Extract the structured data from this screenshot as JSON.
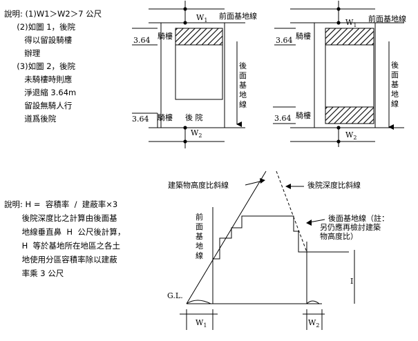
{
  "note_top": {
    "lines": [
      "說明: (1)W1＞W2＞7 公尺",
      "     (2)如圖 1，後院",
      "        得以留設騎樓",
      "        辦理",
      "     (3)如圖 2，後院",
      "        未騎樓時則應",
      "        淨退縮 3.64m",
      "        留設無騎人行",
      "        道爲後院"
    ]
  },
  "fig1": {
    "w1": "W",
    "w1_sub": "1",
    "w2": "W",
    "w2_sub": "2",
    "front_line": "前面基地線",
    "rear_line": "後面基地線",
    "arcade_top": "騎樓",
    "arcade_bottom": "騎樓",
    "backyard": "後  院",
    "dim_top": "3.64",
    "dim_bottom": "3.64"
  },
  "fig2": {
    "w1": "W",
    "w1_sub": "1",
    "w2": "W",
    "w2_sub": "2",
    "front_line": "前面基地線",
    "rear_line": "後面基地線",
    "arcade_top": "騎樓",
    "arcade_bottom": "騎樓",
    "dim_top": "3.64",
    "dim_bottom": "3.64"
  },
  "note_bottom": {
    "lines": [
      "說明: H =  容積率  /  建蔽率×3",
      "       後院深度比之計算由後面基",
      "       地線垂直鼻  H  公尺後計算，",
      "       H  等於基地所在地區之各土",
      "       地使用分區容積率除以建蔽",
      "       率乘 3 公尺"
    ]
  },
  "fig3": {
    "height_ratio_line": "建築物高度比斜線",
    "backyard_ratio_line": "後院深度比斜線",
    "front_line": "前面基地線",
    "rear_line_note": [
      "後面基地線（註：",
      "另仍應再檢討建築",
      "物高度比）"
    ],
    "gl": "G.L.",
    "h": "I",
    "w1": "W",
    "w1_sub": "1",
    "w2": "W",
    "w2_sub": "2"
  }
}
